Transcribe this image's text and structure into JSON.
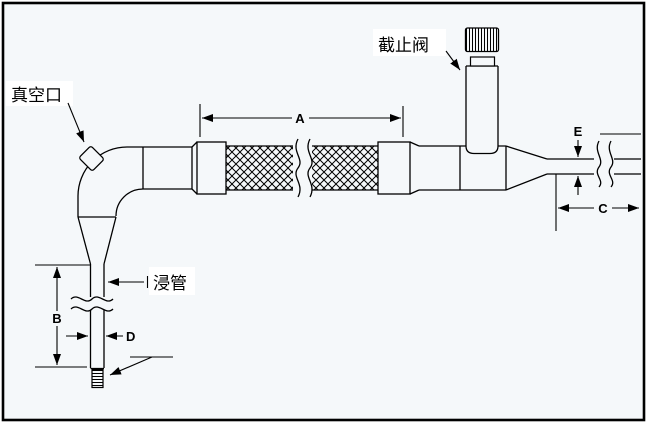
{
  "colors": {
    "background": "#f5f8fa",
    "line": "#000000",
    "label_background": "#ffffff"
  },
  "labels": {
    "vacuum_port": "真空口",
    "stop_valve": "截止阀",
    "dip_tube": "浸管"
  },
  "dimensions": {
    "a": "A",
    "b": "B",
    "c": "C",
    "d": "D",
    "e": "E"
  }
}
